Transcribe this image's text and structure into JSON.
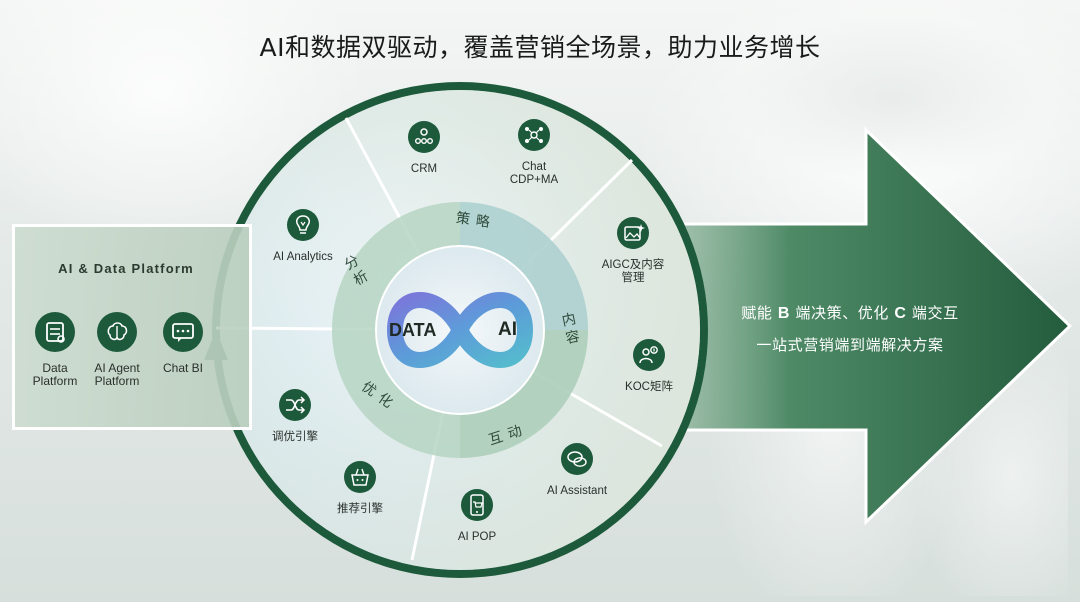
{
  "title": "AI和数据双驱动，覆盖营销全场景，助力业务增长",
  "left_panel": {
    "title": "AI & Data Platform",
    "items": [
      {
        "label_line1": "Data",
        "label_line2": "Platform",
        "icon": "data-platform-icon"
      },
      {
        "label_line1": "AI Agent",
        "label_line2": "Platform",
        "icon": "brain-icon"
      },
      {
        "label_line1": "Chat BI",
        "label_line2": "",
        "icon": "chat-bubble-icon"
      }
    ]
  },
  "right_panel": {
    "line1_a": "赋能 ",
    "line1_b": "B",
    "line1_c": " 端决策、优化 ",
    "line1_d": "C",
    "line1_e": " 端交互",
    "line2": "一站式营销端到端解决方案"
  },
  "center": {
    "logo_left": "DATA",
    "logo_right": "AI",
    "ring_labels": {
      "top": "策略",
      "right": "内容",
      "bottom": "互动",
      "left_bottom": "优化",
      "left_top": "分析"
    }
  },
  "nodes": [
    {
      "key": "crm",
      "line1": "CRM",
      "line2": "",
      "icon": "crm-people-icon"
    },
    {
      "key": "cdp",
      "line1": "Chat",
      "line2": "CDP+MA",
      "icon": "network-icon"
    },
    {
      "key": "aigc",
      "line1": "AIGC及内容",
      "line2": "管理",
      "icon": "image-sparkle-icon"
    },
    {
      "key": "koc",
      "line1": "KOC矩阵",
      "line2": "",
      "icon": "users-icon"
    },
    {
      "key": "assistant",
      "line1": "AI Assistant",
      "line2": "",
      "icon": "chat-icon"
    },
    {
      "key": "pop",
      "line1": "AI POP",
      "line2": "",
      "icon": "phone-cart-icon"
    },
    {
      "key": "recommend",
      "line1": "推荐引擎",
      "line2": "",
      "icon": "basket-icon"
    },
    {
      "key": "tuning",
      "line1": "调优引擎",
      "line2": "",
      "icon": "shuffle-icon"
    },
    {
      "key": "analytics",
      "line1": "AI Analytics",
      "line2": "",
      "icon": "lightbulb-icon"
    }
  ],
  "colors": {
    "primary_green": "#1f5a3c",
    "dark_green": "#174a31",
    "arrow_green": "#2b6a48",
    "ring_blue": "#d7e9ef",
    "ring_green": "#a9cbb6"
  }
}
